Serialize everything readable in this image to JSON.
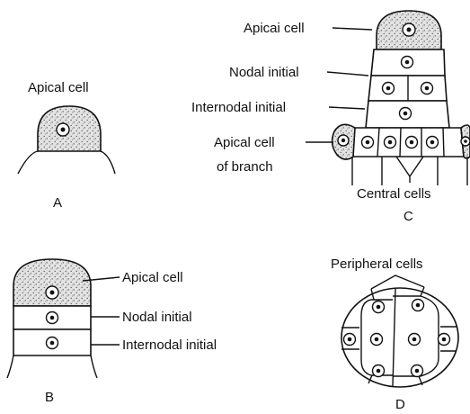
{
  "panel_a": {
    "letter": "A",
    "labels": {
      "apical_cell": "Apical cell"
    }
  },
  "panel_b": {
    "letter": "B",
    "labels": {
      "apical_cell": "Apical cell",
      "nodal_initial": "Nodal initial",
      "internodal_initial": "Internodal initial"
    }
  },
  "panel_c": {
    "letter": "C",
    "labels": {
      "apical_cell": "Apicai cell",
      "nodal_initial": "Nodal initial",
      "internodal_initial": "Internodal initial",
      "apical_cell_of_branch_line1": "Apical cell",
      "apical_cell_of_branch_line2": "of branch",
      "central_cells": "Central cells"
    }
  },
  "panel_d": {
    "letter": "D",
    "labels": {
      "peripheral_cells": "Peripheral cells"
    }
  }
}
